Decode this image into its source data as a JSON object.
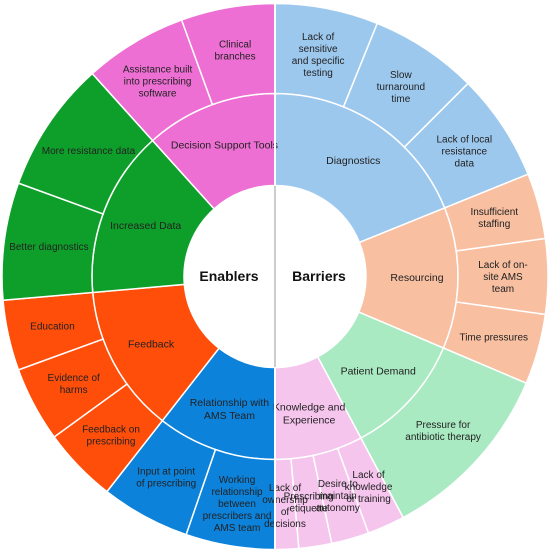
{
  "center": {
    "left": "Enablers",
    "right": "Barriers"
  },
  "colors": {
    "diagnostics": "#9DC8EE",
    "resourcing": "#F8BFA1",
    "patient_demand": "#A9EAC2",
    "knowledge": "#F6C5EE",
    "relationship": "#0C82DB",
    "feedback": "#FF4D0A",
    "increased_data": "#0E9F2A",
    "decision_support": "#EE6FD4"
  },
  "groups": [
    {
      "id": "diagnostics",
      "side": "barriers",
      "label": "Diagnostics",
      "color_key": "diagnostics",
      "children": [
        {
          "id": "lack-testing",
          "label": "Lack of sensitive and specific testing"
        },
        {
          "id": "slow-turnaround",
          "label": "Slow turnaround time"
        },
        {
          "id": "lack-local-data",
          "label": "Lack of local resistance data"
        }
      ]
    },
    {
      "id": "resourcing",
      "side": "barriers",
      "label": "Resourcing",
      "color_key": "resourcing",
      "children": [
        {
          "id": "insufficient-staffing",
          "label": "Insufficient staffing"
        },
        {
          "id": "lack-ams-team",
          "label": "Lack of on-site AMS team"
        },
        {
          "id": "time-pressures",
          "label": "Time pressures"
        }
      ]
    },
    {
      "id": "patient-demand",
      "side": "barriers",
      "label": "Patient Demand",
      "color_key": "patient_demand",
      "children": [
        {
          "id": "pressure-antibiotic",
          "label": "Pressure for antibiotic therapy"
        }
      ]
    },
    {
      "id": "knowledge",
      "side": "barriers",
      "label": "Knowledge and Experience",
      "color_key": "knowledge",
      "children": [
        {
          "id": "lack-knowledge",
          "label": "Lack of knowledge or training"
        },
        {
          "id": "maintain-autonomy",
          "label": "Desire to maintain autonomy"
        },
        {
          "id": "prescribing-etiquette",
          "label": "Prescribing etiquette"
        },
        {
          "id": "lack-ownership",
          "label": "Lack of ownership of decisions"
        }
      ]
    },
    {
      "id": "relationship",
      "side": "enablers",
      "label": "Relationship with AMS Team",
      "color_key": "relationship",
      "children": [
        {
          "id": "working-relationship",
          "label": "Working relationship between prescribers and AMS team"
        },
        {
          "id": "input-point",
          "label": "Input at point of prescribing"
        }
      ]
    },
    {
      "id": "feedback",
      "side": "enablers",
      "label": "Feedback",
      "color_key": "feedback",
      "children": [
        {
          "id": "feedback-prescribing",
          "label": "Feedback on prescribing"
        },
        {
          "id": "evidence-harms",
          "label": "Evidence of harms"
        },
        {
          "id": "education",
          "label": "Education"
        }
      ]
    },
    {
      "id": "increased-data",
      "side": "enablers",
      "label": "Increased Data",
      "color_key": "increased_data",
      "children": [
        {
          "id": "better-diagnostics",
          "label": "Better diagnostics"
        },
        {
          "id": "more-resistance-data",
          "label": "More resistance data"
        }
      ]
    },
    {
      "id": "decision-support",
      "side": "enablers",
      "label": "Decision Support Tools",
      "color_key": "decision_support",
      "children": [
        {
          "id": "assistance-software",
          "label": "Assistance built into prescribing software"
        },
        {
          "id": "clinical-branches",
          "label": "Clinical branches"
        }
      ]
    }
  ]
}
